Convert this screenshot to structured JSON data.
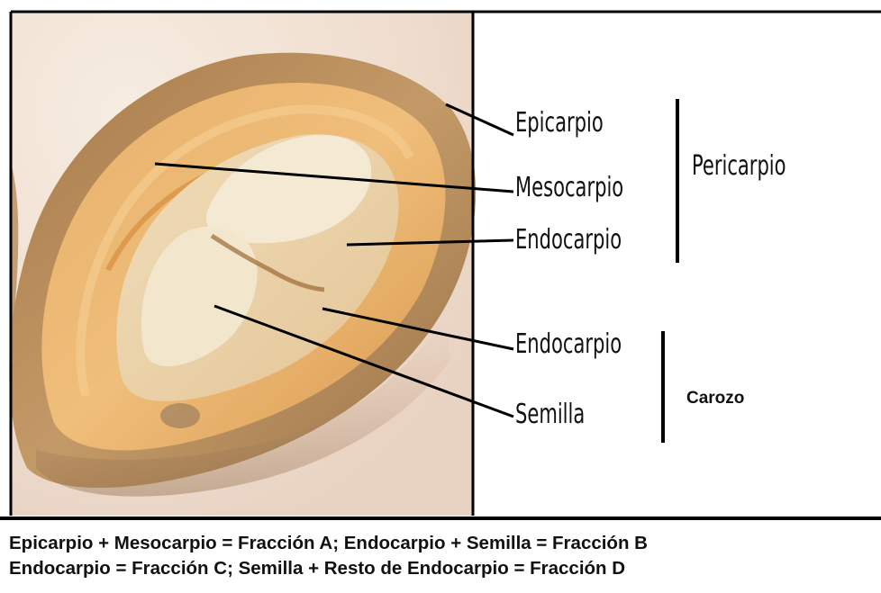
{
  "labels": {
    "epicarpio": "Epicarpio",
    "mesocarpio": "Mesocarpio",
    "endocarpio_top": "Endocarpio",
    "pericarpio": "Pericarpio",
    "endocarpio_bottom": "Endocarpio",
    "semilla": "Semilla",
    "carozo": "Carozo"
  },
  "caption": {
    "line1": "Epicarpio + Mesocarpio = Fracción A; Endocarpio + Semilla = Fracción B",
    "line2": "Endocarpio = Fracción C; Semilla + Resto de Endocarpio = Fracción D"
  },
  "colors": {
    "border": "#000000",
    "photo_background": "#f3e4d6",
    "skin_brown": "#b78e5e",
    "mesocarp_orange": "#e4a85c",
    "endocarp_pale": "#ead9b8",
    "seed_cream": "#f1e6cf"
  }
}
